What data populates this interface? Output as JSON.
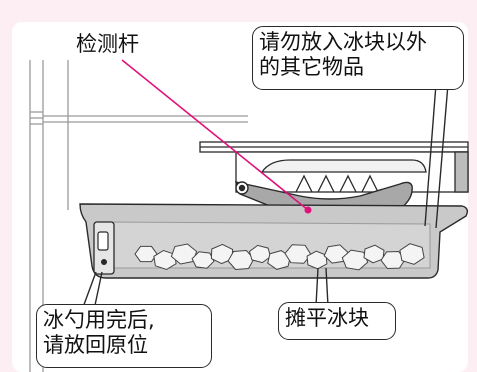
{
  "labels": {
    "detection_rod": "检测杆",
    "warning_line1": "请勿放入冰块以外",
    "warning_line2": "的其它物品",
    "scoop_line1": "冰勺用完后,",
    "scoop_line2": "请放回原位",
    "level_ice": "摊平冰块"
  },
  "colors": {
    "background": "#fdeef4",
    "pointer_line": "#e0117a",
    "outline": "#2a2a2a",
    "tray_fill": "#c9c9c9"
  }
}
